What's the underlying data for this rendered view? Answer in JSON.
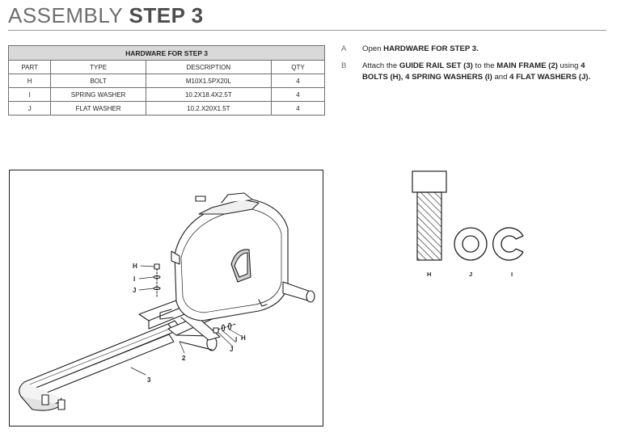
{
  "header": {
    "title_light": "ASSEMBLY",
    "title_bold": "STEP 3"
  },
  "hardware_table": {
    "caption": "HARDWARE FOR STEP 3",
    "columns": [
      "PART",
      "TYPE",
      "DESCRIPTION",
      "QTY"
    ],
    "rows": [
      {
        "part": "H",
        "type": "BOLT",
        "description": "M10X1.5PX20L",
        "qty": "4"
      },
      {
        "part": "I",
        "type": "SPRING WASHER",
        "description": "10.2X18.4X2.5T",
        "qty": "4"
      },
      {
        "part": "J",
        "type": "FLAT WASHER",
        "description": "10.2.X20X1.5T",
        "qty": "4"
      }
    ]
  },
  "instructions": {
    "a": {
      "letter": "A",
      "t1": "Open ",
      "b1": "HARDWARE FOR STEP 3."
    },
    "b": {
      "letter": "B",
      "t1": "Attach the ",
      "b1": "GUIDE RAIL SET (3)",
      "t2": " to the ",
      "b2": "MAIN FRAME (2)",
      "t3": " using ",
      "b3": "4 BOLTS (H), 4 SPRING WASHERS (I)",
      "t4": " and ",
      "b4": "4 FLAT WASHERS (J)."
    }
  },
  "diagram": {
    "callouts": {
      "h_left": "H",
      "i_left": "I",
      "j_left": "J",
      "frame": "2",
      "rail": "3",
      "i_right": "I",
      "h_right": "H",
      "j_right": "J"
    }
  },
  "parts_legend": {
    "bolt": "H",
    "flat_washer": "J",
    "spring_washer": "I"
  }
}
